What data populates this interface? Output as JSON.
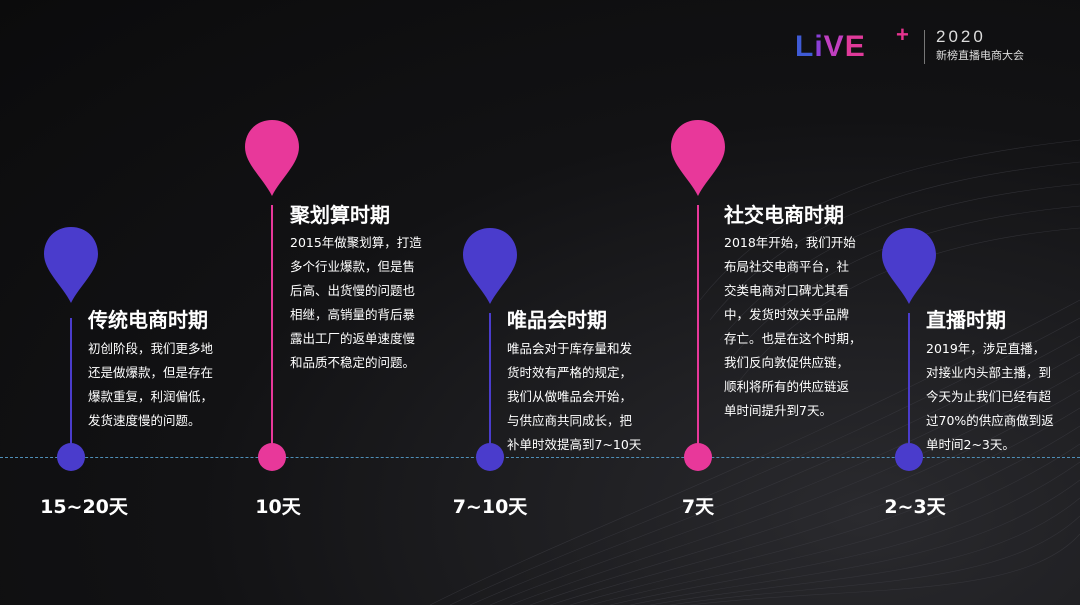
{
  "logo": {
    "brand": "LiVE",
    "plus": "+",
    "year": "2020",
    "subtitle": "新榜直播电商大会"
  },
  "colors": {
    "purple": "#4a3ccc",
    "pink": "#e8389a",
    "axis": "#4f8fb8"
  },
  "timeline": [
    {
      "title": "传统电商时期",
      "body": "初创阶段，我们更多地\n还是做爆款，但是存在\n爆款重复，利润偏低，\n发货速度慢的问题。",
      "time": "15~20天"
    },
    {
      "title": "聚划算时期",
      "body": "2015年做聚划算，打造\n多个行业爆款，但是售\n后高、出货慢的问题也\n相继，高销量的背后暴\n露出工厂的返单速度慢\n和品质不稳定的问题。",
      "time": "10天"
    },
    {
      "title": "唯品会时期",
      "body": "唯品会对于库存量和发\n货时效有严格的规定，\n我们从做唯品会开始，\n与供应商共同成长，把\n补单时效提高到7~10天",
      "time": "7~10天"
    },
    {
      "title": "社交电商时期",
      "body": "2018年开始，我们开始\n布局社交电商平台，社\n交类电商对口碑尤其看\n中，发货时效关乎品牌\n存亡。也是在这个时期，\n我们反向敦促供应链，\n顺利将所有的供应链返\n单时间提升到7天。",
      "time": "7天"
    },
    {
      "title": "直播时期",
      "body": "2019年，涉足直播，\n对接业内头部主播，到\n今天为止我们已经有超\n过70%的供应商做到返\n单时间2~3天。",
      "time": "2~3天"
    }
  ]
}
